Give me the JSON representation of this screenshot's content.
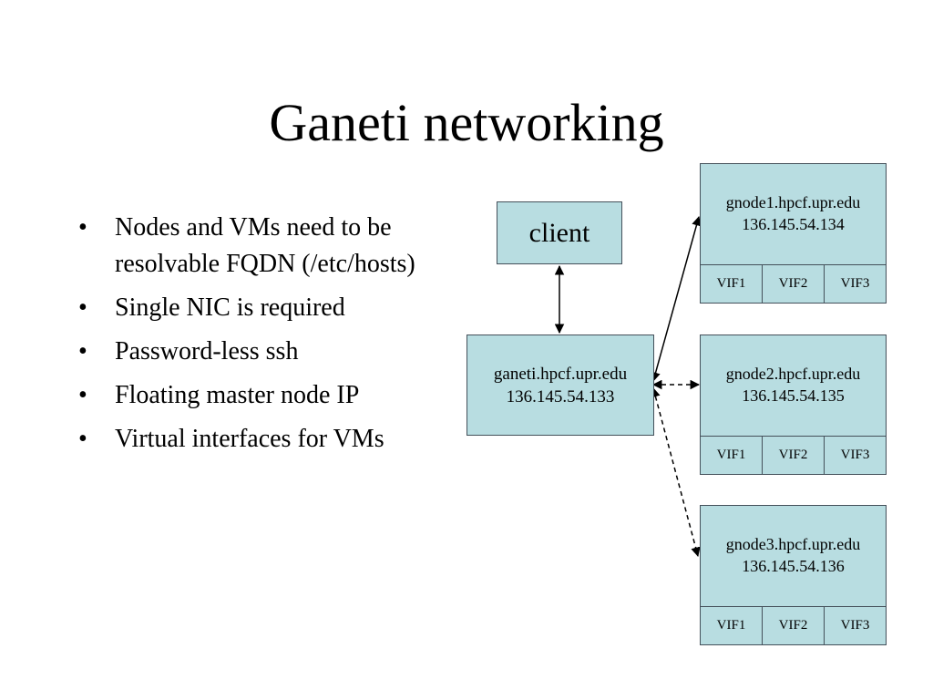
{
  "slide": {
    "title": "Ganeti networking",
    "bullets": [
      "Nodes and VMs need to be resolvable FQDN (/etc/hosts)",
      "Single NIC is required",
      "Password-less ssh",
      "Floating master node IP",
      "Virtual interfaces for VMs"
    ],
    "bullet_glyph": "•"
  },
  "diagram": {
    "fill_color": "#b8dde1",
    "client": {
      "label": "client"
    },
    "master": {
      "host": "ganeti.hpcf.upr.edu",
      "ip": "136.145.54.133"
    },
    "nodes": [
      {
        "host": "gnode1.hpcf.upr.edu",
        "ip": "136.145.54.134",
        "vifs": [
          "VIF1",
          "VIF2",
          "VIF3"
        ]
      },
      {
        "host": "gnode2.hpcf.upr.edu",
        "ip": "136.145.54.135",
        "vifs": [
          "VIF1",
          "VIF2",
          "VIF3"
        ]
      },
      {
        "host": "gnode3.hpcf.upr.edu",
        "ip": "136.145.54.136",
        "vifs": [
          "VIF1",
          "VIF2",
          "VIF3"
        ]
      }
    ],
    "connections": [
      {
        "from": "client",
        "to": "master",
        "style": "solid",
        "direction": "both"
      },
      {
        "from": "master",
        "to": "gnode1",
        "style": "solid",
        "direction": "both"
      },
      {
        "from": "master",
        "to": "gnode2",
        "style": "dashed",
        "direction": "both"
      },
      {
        "from": "master",
        "to": "gnode3",
        "style": "dashed",
        "direction": "both"
      }
    ]
  }
}
